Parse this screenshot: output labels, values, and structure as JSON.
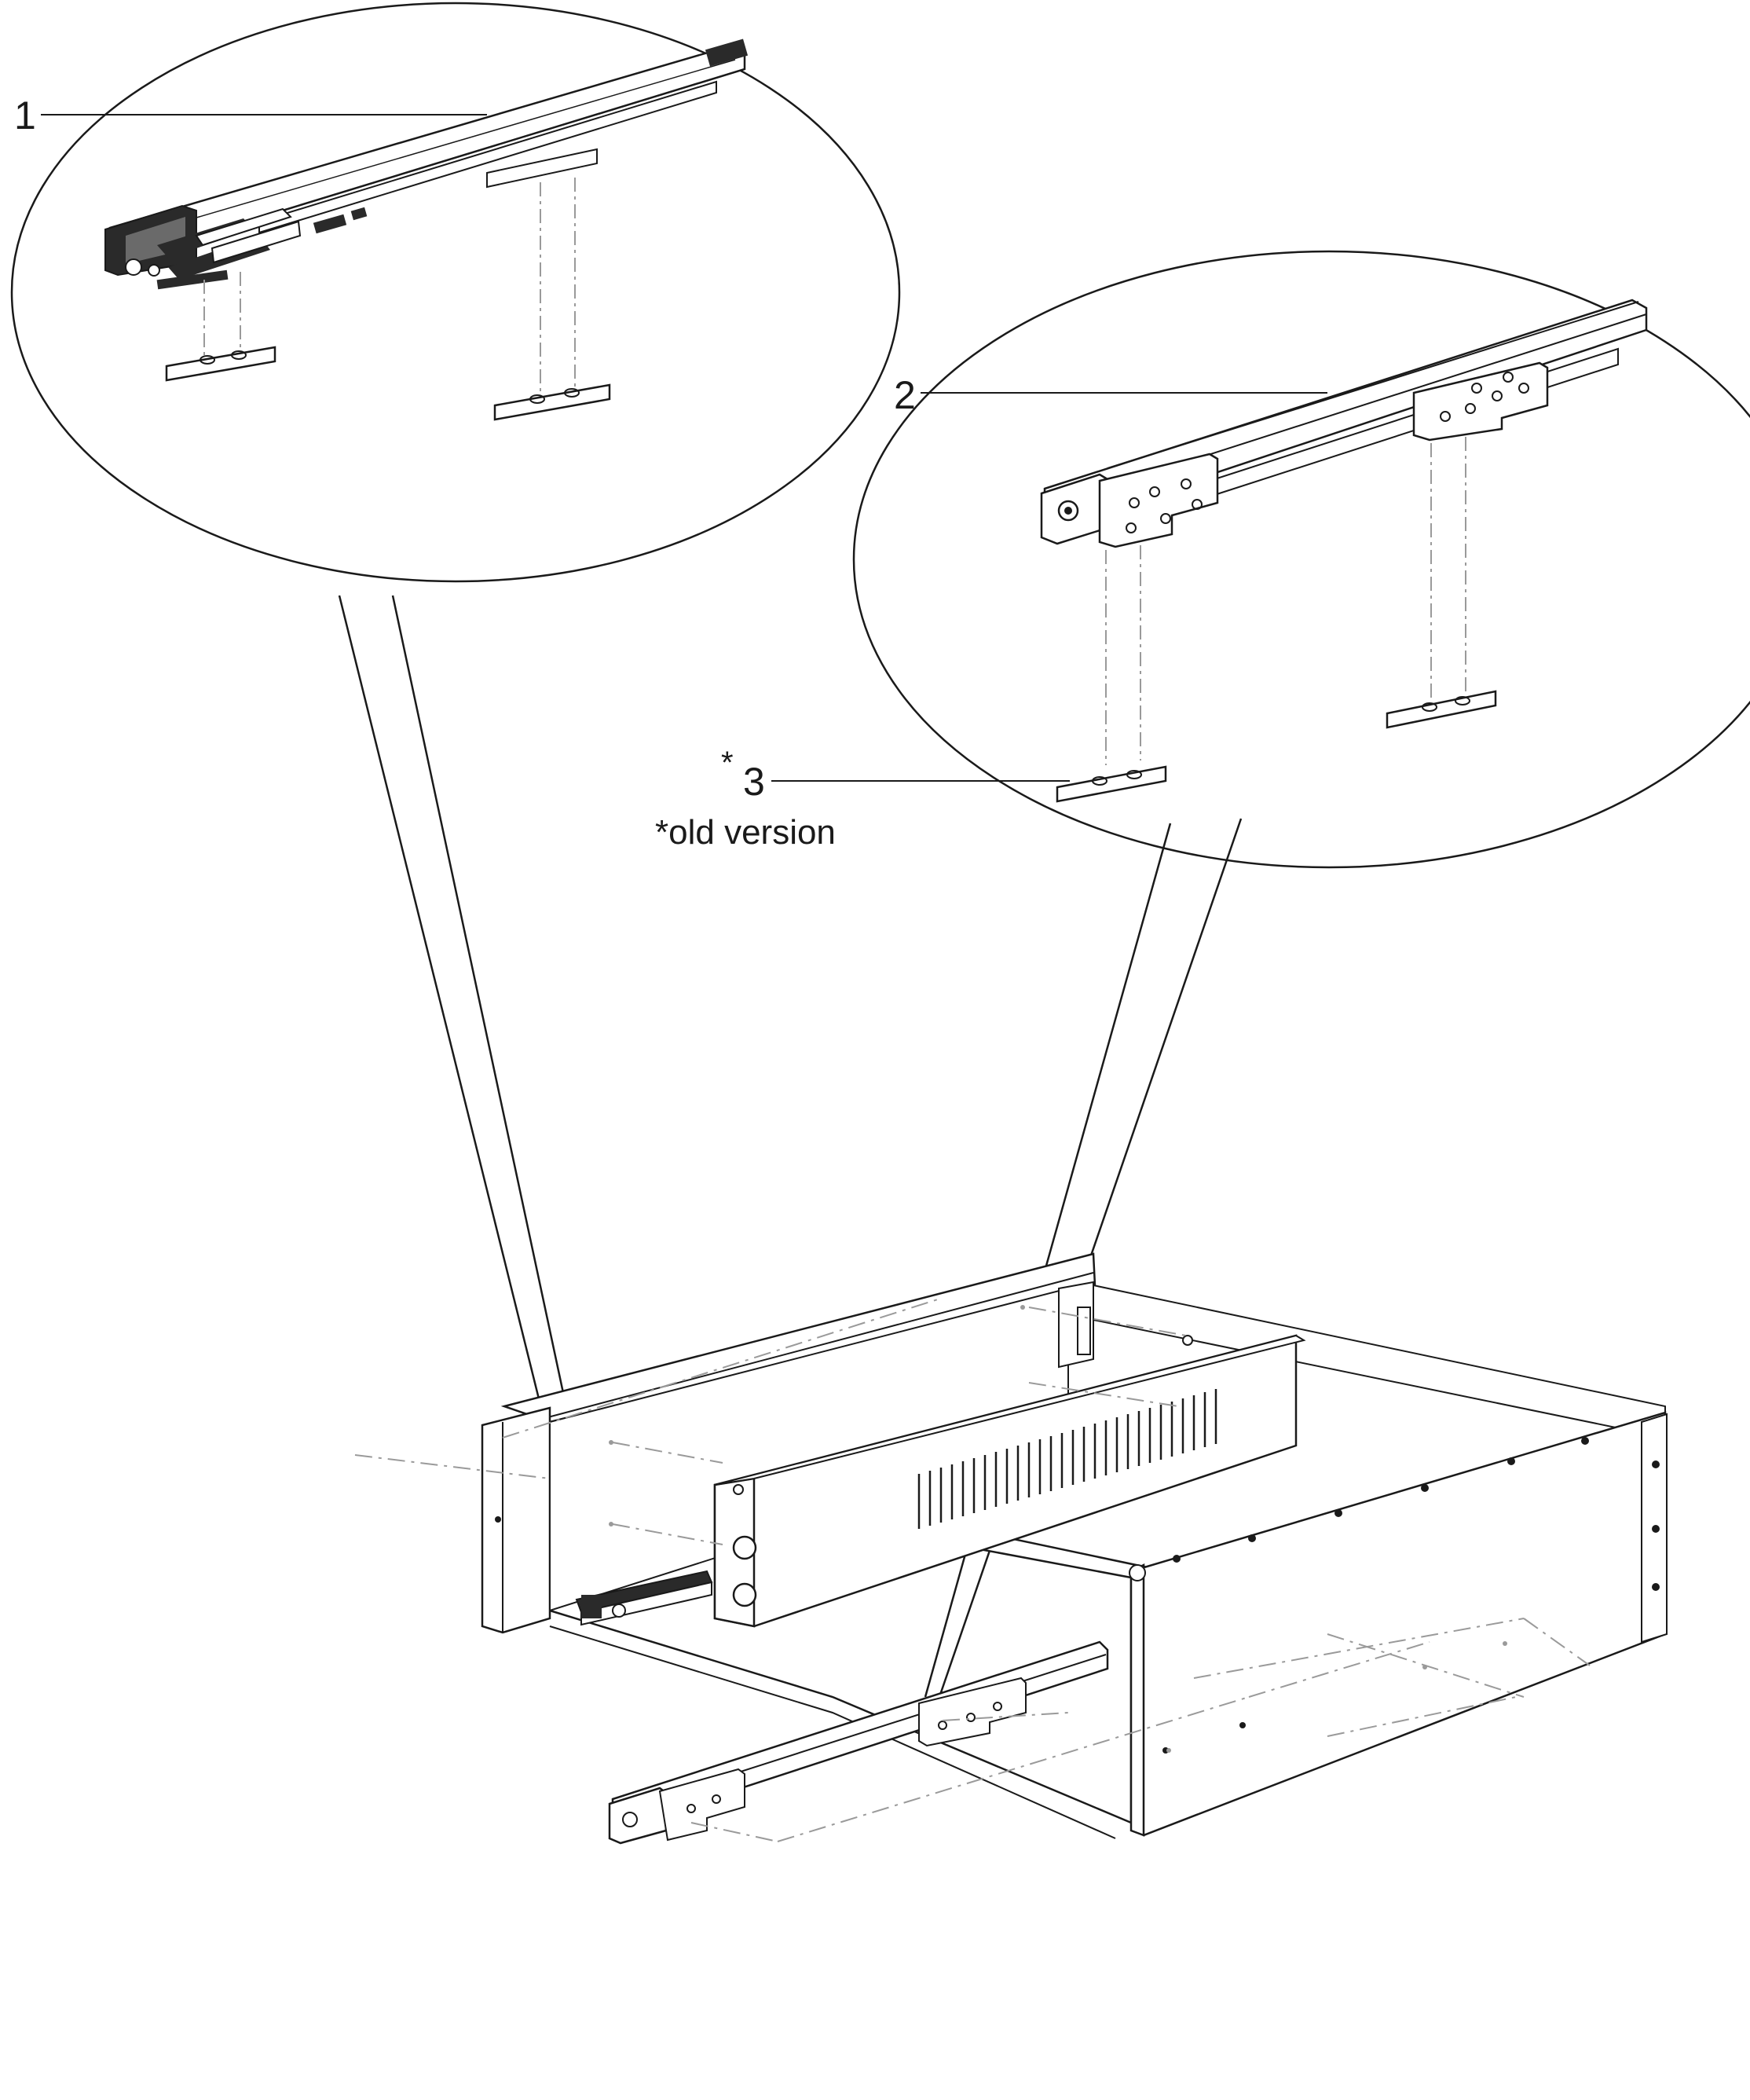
{
  "callouts": {
    "c1": {
      "number": "1"
    },
    "c2": {
      "number": "2"
    },
    "c3": {
      "star": "*",
      "number": "3"
    }
  },
  "note": "*old version",
  "colors": {
    "line": "#1a1a1a",
    "hidden_line": "#9a9a9a",
    "fill_light": "#f4f4f4",
    "fill_dark": "#2a2a2a"
  },
  "icons": {
    "drawer_slide_detail": "drawer-slide-icon",
    "mounting_plate": "plate-icon",
    "warming_drawer_cabinet": "drawer-cabinet-icon"
  }
}
